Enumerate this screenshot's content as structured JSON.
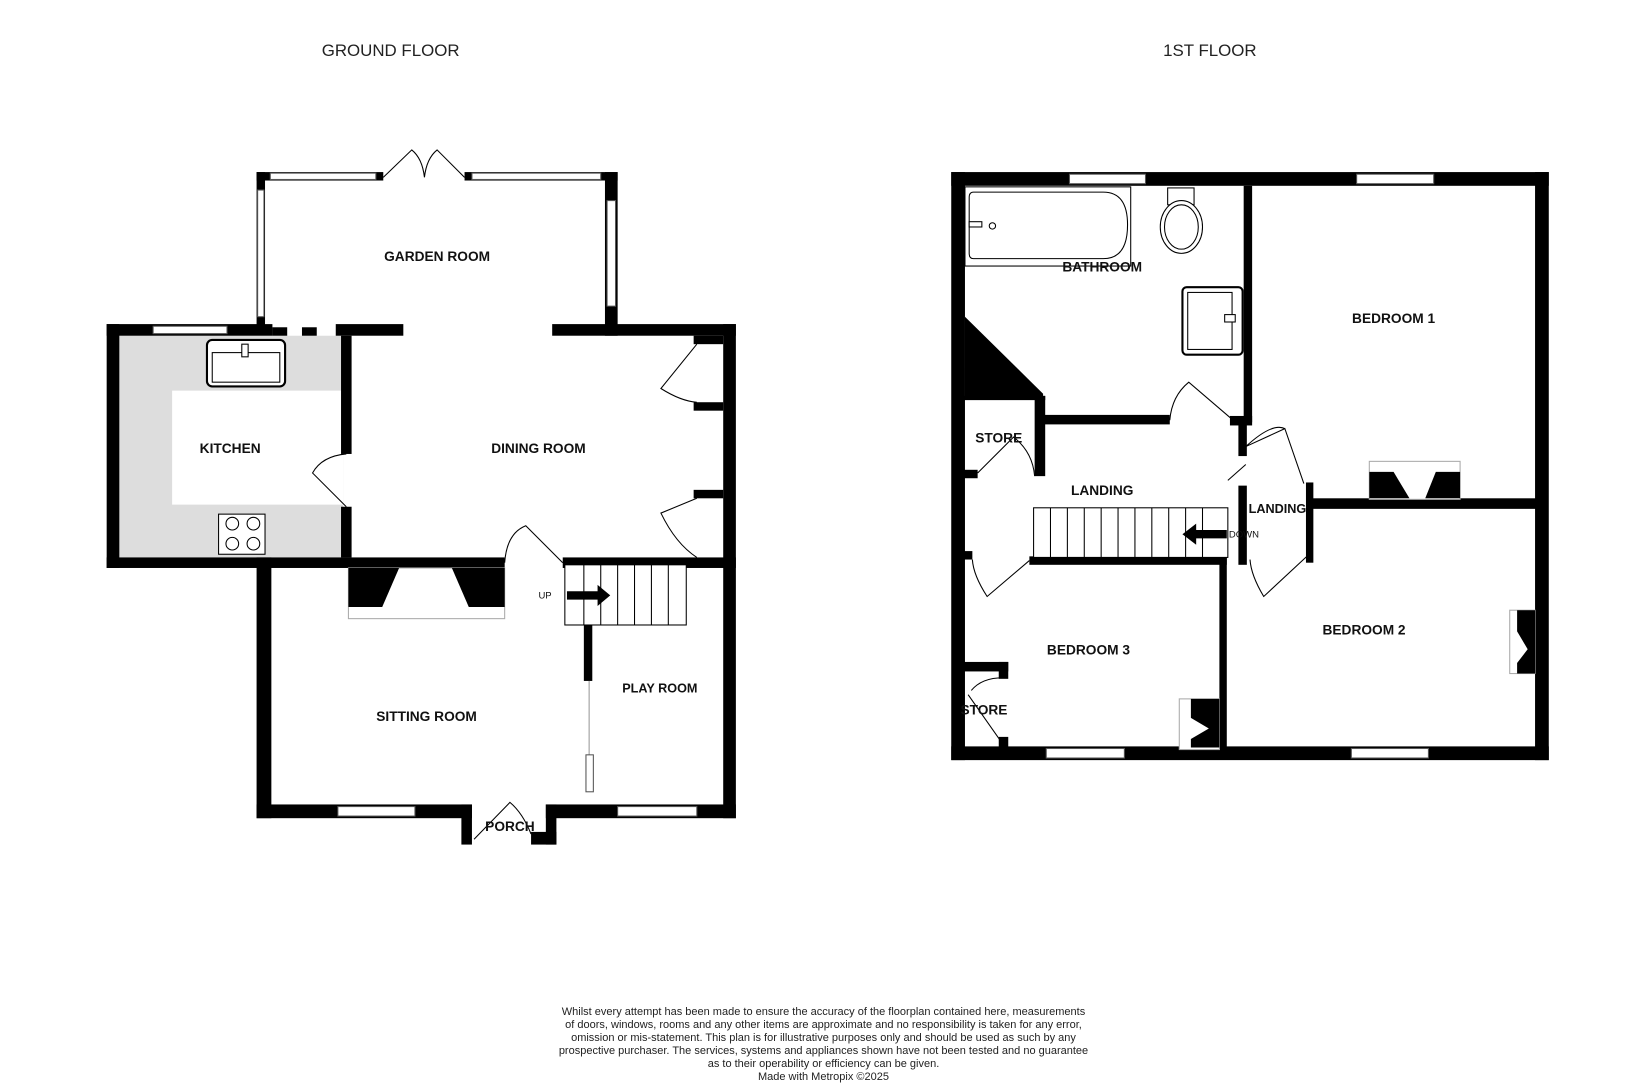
{
  "floors": {
    "ground": {
      "title": "GROUND FLOOR",
      "rooms": {
        "garden_room": "GARDEN ROOM",
        "kitchen": "KITCHEN",
        "dining_room": "DINING ROOM",
        "sitting_room": "SITTING ROOM",
        "play_room": "PLAY ROOM",
        "porch": "PORCH"
      },
      "stairs_label": "UP"
    },
    "first": {
      "title": "1ST FLOOR",
      "rooms": {
        "bathroom": "BATHROOM",
        "bedroom1": "BEDROOM 1",
        "bedroom2": "BEDROOM 2",
        "bedroom3": "BEDROOM 3",
        "landing": "LANDING",
        "landing_small": "LANDING",
        "store_top": "STORE",
        "store_bottom": "STORE"
      },
      "stairs_label": "DOWN"
    }
  },
  "disclaimer": {
    "lines": [
      "Whilst every attempt has been made to ensure the accuracy of the floorplan contained here, measurements",
      "of doors, windows, rooms and any other items are approximate and no responsibility is taken for any error,",
      "omission or mis-statement. This plan is for illustrative purposes only and should be used as such by any",
      "prospective purchaser. The services, systems and appliances shown have not been tested and no guarantee",
      "as to their operability or efficiency can be given.",
      "Made with Metropix ©2025"
    ]
  },
  "colors": {
    "wall": "#000000",
    "kitchen_counter": "#dddddd"
  }
}
